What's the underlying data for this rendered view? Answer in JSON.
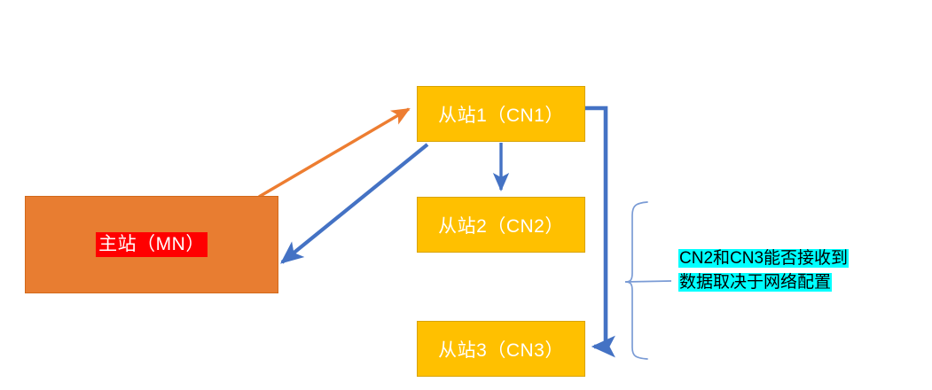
{
  "diagram": {
    "title": "Powerlink master-slave data flow diagram",
    "colors": {
      "master_fill": "#E87D31",
      "master_border": "#D2691A",
      "slave_fill": "#FFC000",
      "slave_border": "#D9A300",
      "arrow_orange": "#ED7D31",
      "arrow_blue": "#4472C4",
      "brace": "#7A9BD5",
      "label_highlight_red": "#FF0000",
      "note_highlight_cyan": "#00FFFF",
      "node_text": "#FFFFFF",
      "note_text": "#000000",
      "background": "#FFFFFF"
    },
    "nodes": [
      {
        "id": "mn",
        "label": "主站（MN）",
        "kind": "master"
      },
      {
        "id": "cn1",
        "label": "从站1（CN1）",
        "kind": "slave"
      },
      {
        "id": "cn2",
        "label": "从站2（CN2）",
        "kind": "slave"
      },
      {
        "id": "cn3",
        "label": "从站3（CN3）",
        "kind": "slave"
      }
    ],
    "connectors": [
      {
        "id": "mn-to-cn1",
        "from": "mn",
        "to": "cn1",
        "color": "#ED7D31",
        "style": "straight-arrow"
      },
      {
        "id": "cn1-to-mn",
        "from": "cn1",
        "to": "mn",
        "color": "#4472C4",
        "style": "straight-arrow"
      },
      {
        "id": "cn1-to-cn2",
        "from": "cn1",
        "to": "cn2",
        "color": "#4472C4",
        "style": "vertical-arrow"
      },
      {
        "id": "cn1-to-cn3",
        "from": "cn1",
        "to": "cn3",
        "color": "#4472C4",
        "style": "elbow-arrow"
      }
    ],
    "brace": {
      "id": "cn2-cn3-brace",
      "color": "#7A9BD5",
      "covers": [
        "cn2",
        "cn3"
      ]
    },
    "annotation": {
      "id": "network-config-note",
      "text": "CN2和CN3能否接收到数据取决于网络配置"
    }
  }
}
